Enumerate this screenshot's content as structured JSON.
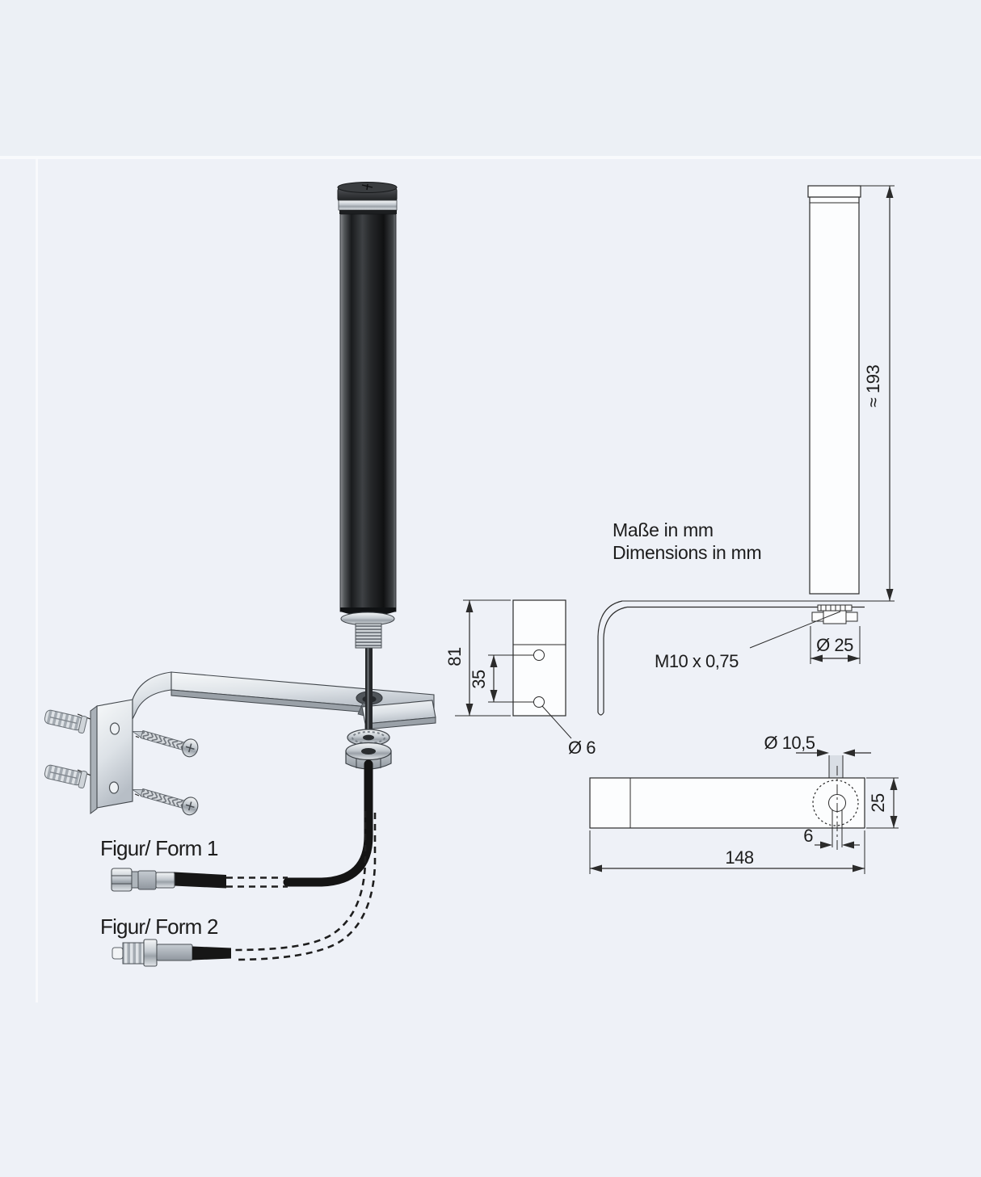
{
  "notes": {
    "units_de": "Maße in mm",
    "units_en": "Dimensions in mm"
  },
  "labels": {
    "figure_1": "Figur/ Form 1",
    "figure_2": "Figur/ Form 2"
  },
  "dimensions": {
    "antenna_length": "≈ 193",
    "antenna_diameter": "Ø 25",
    "thread_spec": "M10 x 0,75",
    "bracket_plate_height": "81",
    "hole_spacing": "35",
    "hole_diameter": "Ø 6",
    "slot_circle_diameter": "Ø 10,5",
    "arm_width": "25",
    "slot_width": "6",
    "arm_length": "148"
  },
  "colors": {
    "background": "#edf1f6",
    "panel": "#eff2f8",
    "line": "#2b2b2b",
    "antenna_black": "#1b1d1f",
    "metal_silver": "#c9ced4"
  }
}
